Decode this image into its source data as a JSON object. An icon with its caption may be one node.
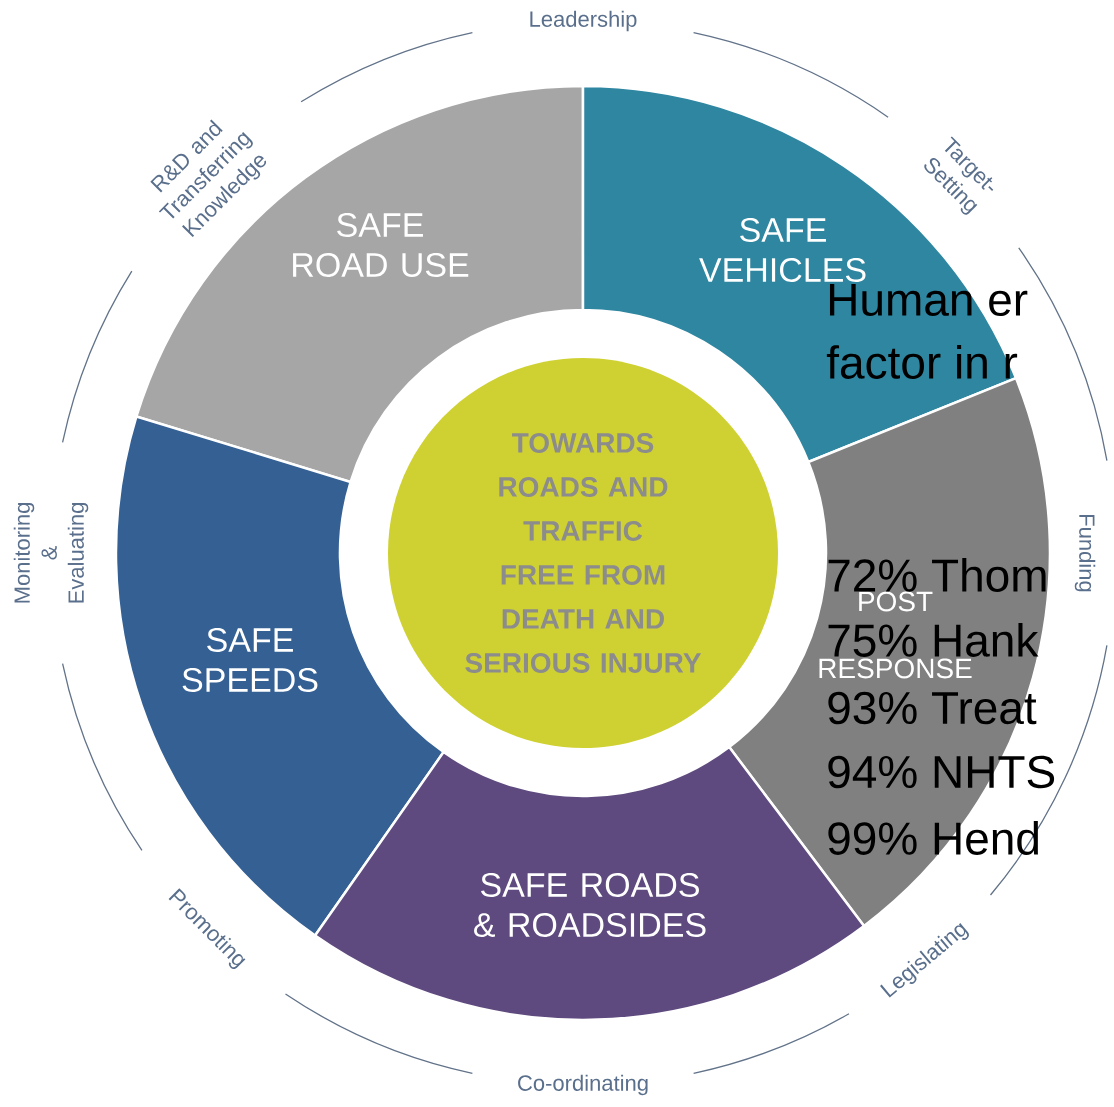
{
  "diagram": {
    "nodes": [
      {
        "text": [
          "SAFE ROAD USE"
        ]
      },
      {
        "text": [
          "SAFE VEHICLES"
        ]
      },
      {
        "text": [
          "TOWARDS ROADS AND TRAFFIC FREE FROM DEATH AND SERIOUS INJURY"
        ]
      },
      {
        "text": [
          "SAFE SPEEDS"
        ]
      },
      {
        "text": [
          "POST",
          "RESPONSE"
        ]
      },
      {
        "text": [
          "SAFE ROADS & ROADSIDES"
        ]
      }
    ],
    "labels": [
      "Leadership",
      "R&D and Transferring Knowledge",
      "Target-Setting",
      "Human er",
      "factor in r",
      "Monitoring & Evaluating",
      "Funding",
      "72% Thom",
      "75% Hank",
      "93% Treat",
      "94% NHTS",
      "99% Hend",
      "Promoting",
      "Legislating",
      "Co-ordinating"
    ]
  }
}
